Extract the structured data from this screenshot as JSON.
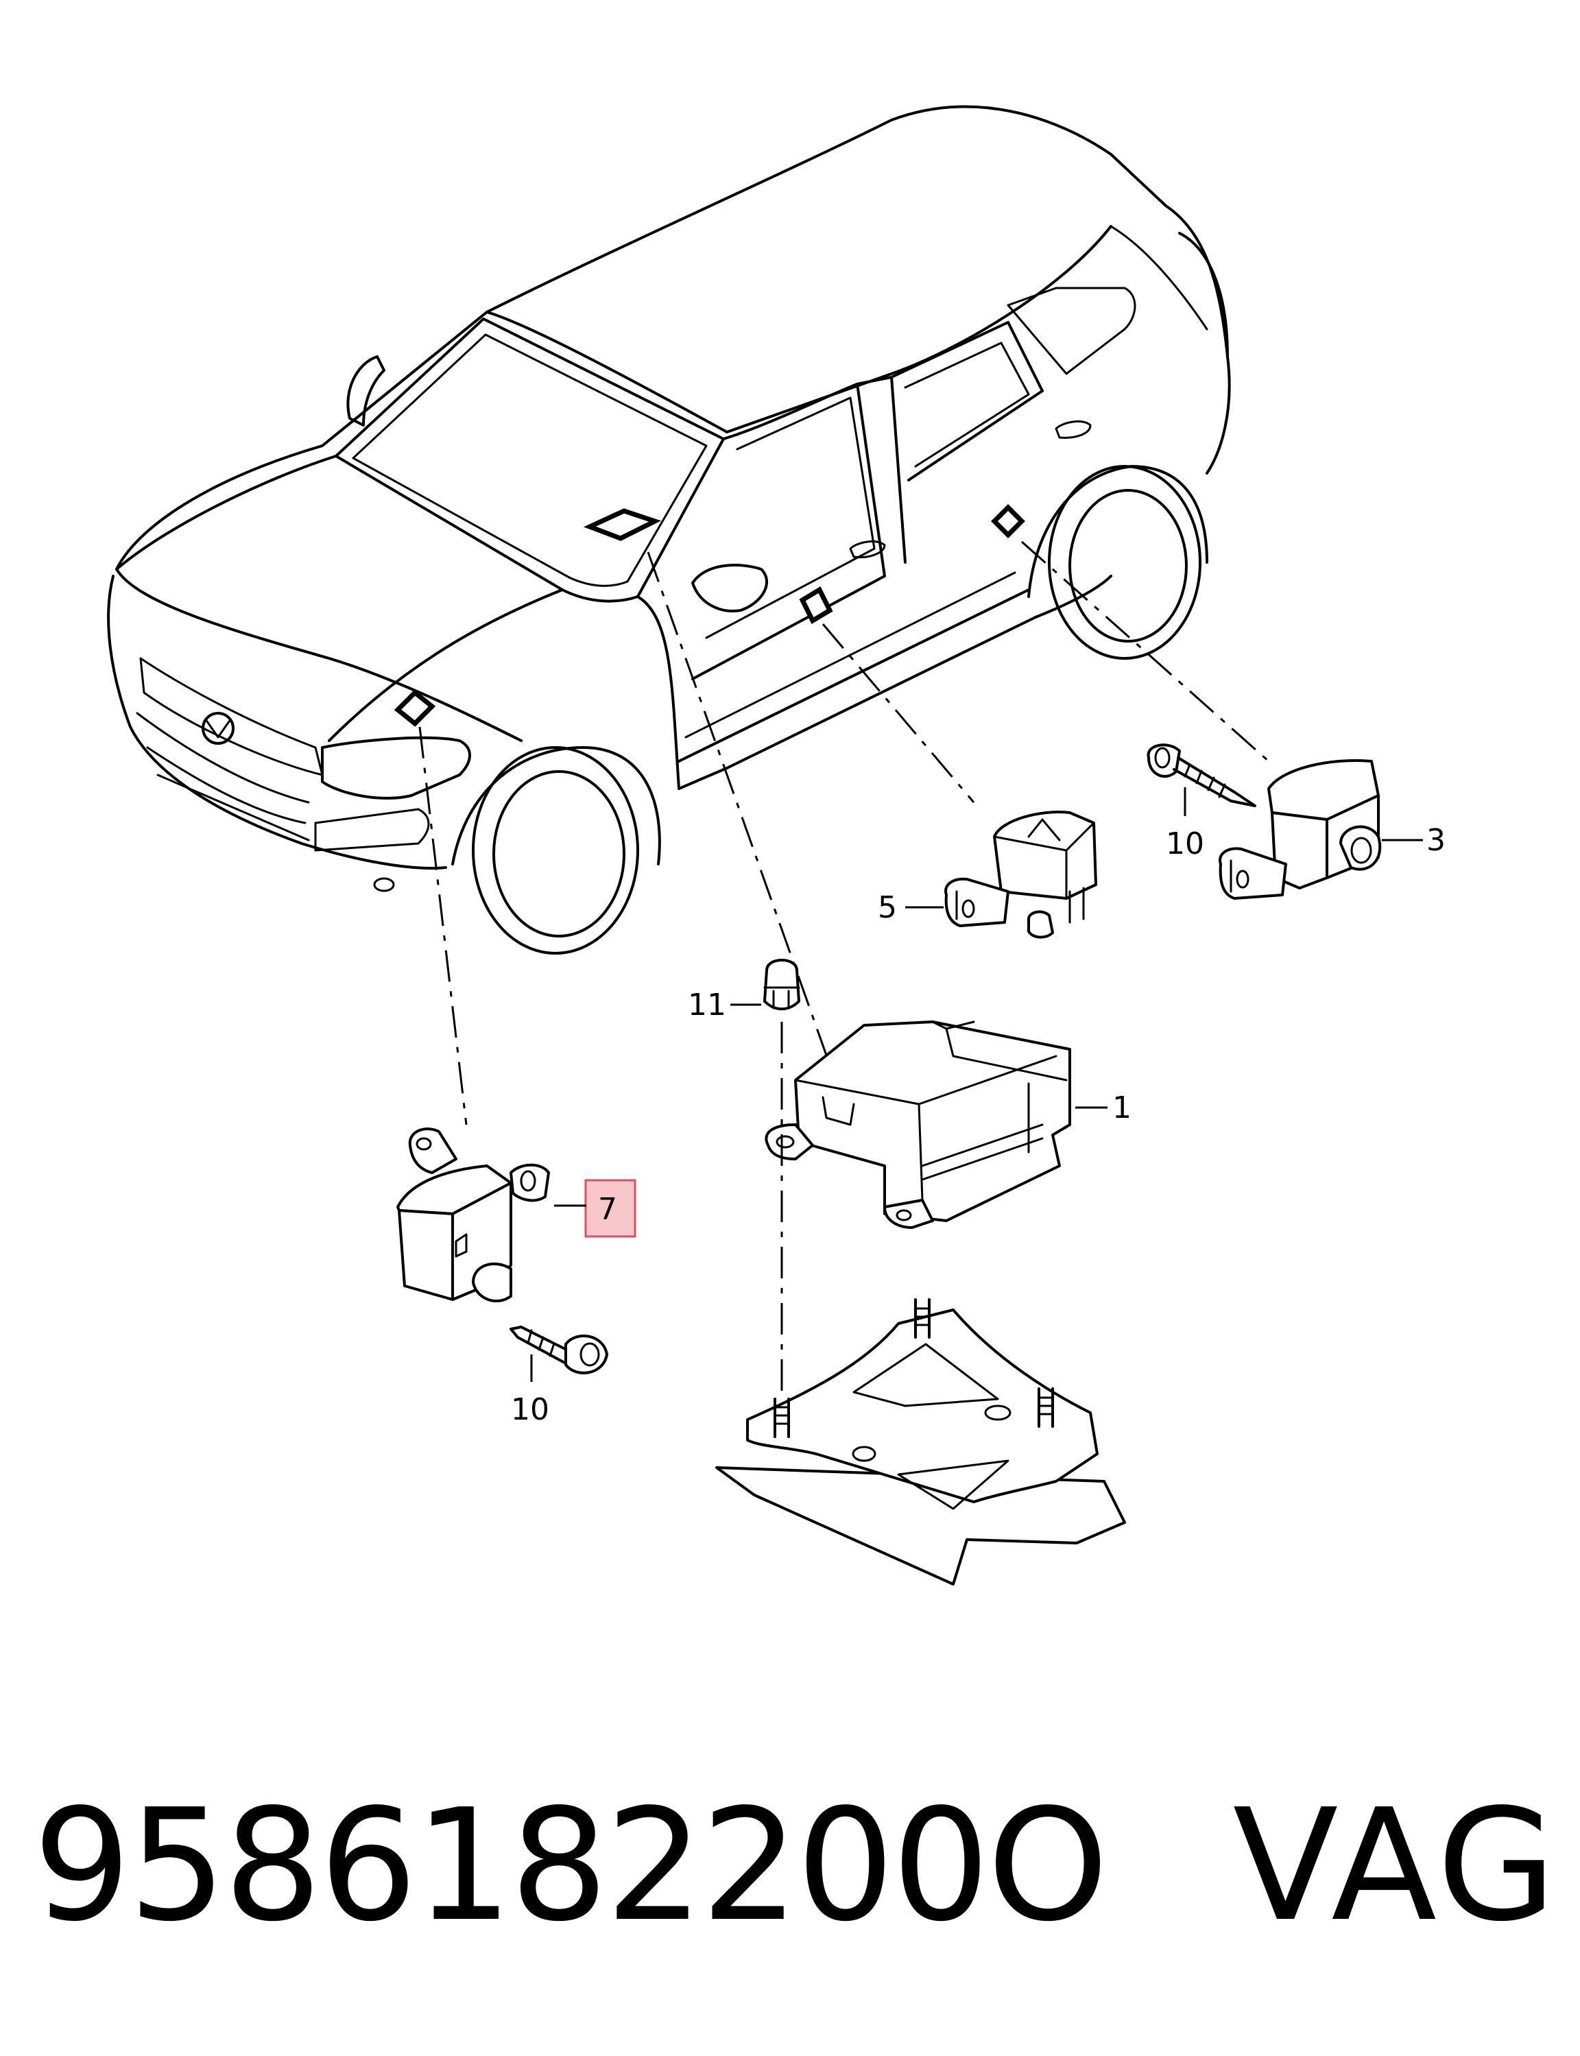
{
  "callouts": {
    "c1": "1",
    "c3": "3",
    "c5": "5",
    "c7": "7",
    "c10a": "10",
    "c10b": "10",
    "c11": "11"
  },
  "highlight_color": "#f7c7cc",
  "highlight_border": "#d9505f",
  "footer": {
    "part_number": "9586182200O",
    "brand": "VAG"
  }
}
